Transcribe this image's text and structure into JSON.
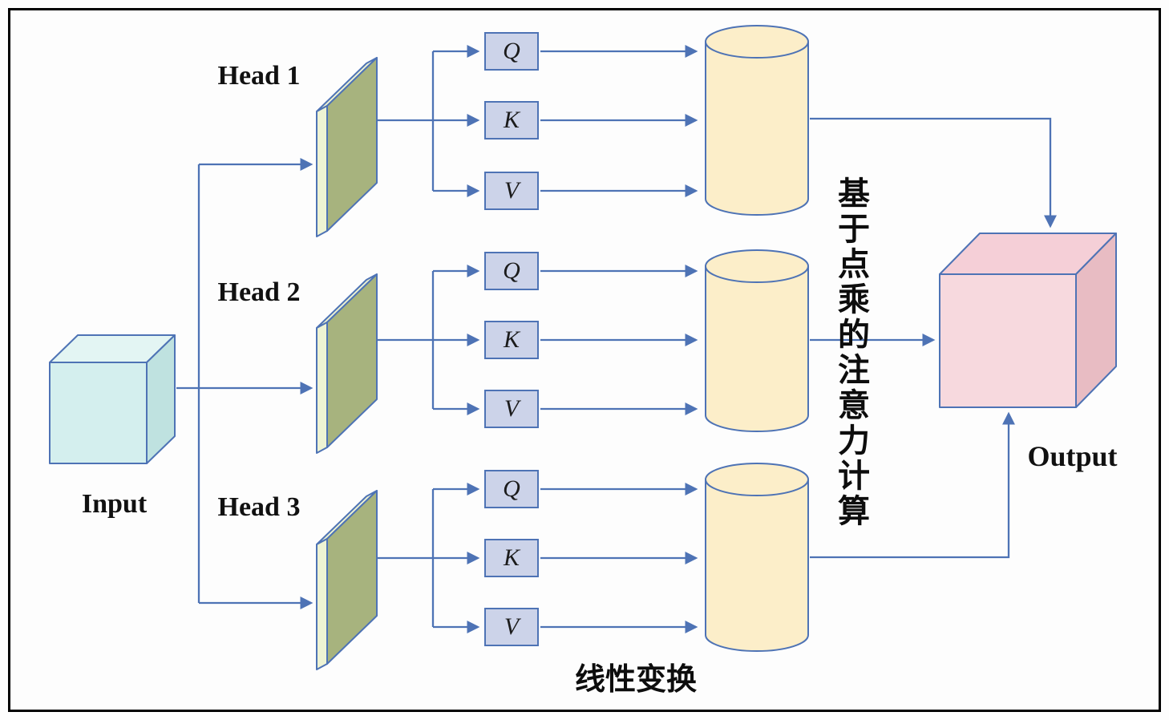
{
  "diagram": {
    "input_label": "Input",
    "output_label": "Output",
    "heads": [
      {
        "label": "Head 1",
        "q": "Q",
        "k": "K",
        "v": "V"
      },
      {
        "label": "Head 2",
        "q": "Q",
        "k": "K",
        "v": "V"
      },
      {
        "label": "Head 3",
        "q": "Q",
        "k": "K",
        "v": "V"
      }
    ],
    "attention_note": "基于点乘的注意力计算",
    "linear_note": "线性变换",
    "colors": {
      "arrow": "#4e73b5",
      "outline": "#4e73b5",
      "input_front": "#d4efee",
      "input_top": "#e3f5f3",
      "input_side": "#bfe2e0",
      "head_front": "#a7b37e",
      "head_edge": "#eef3d3",
      "qkv_fill": "#ccd3e9",
      "cylinder_fill": "#fceec9",
      "output_front": "#f7d9de",
      "output_top": "#f5cfd7",
      "output_side": "#e8bcc3",
      "text": "#111111",
      "frame": "#000000"
    }
  }
}
